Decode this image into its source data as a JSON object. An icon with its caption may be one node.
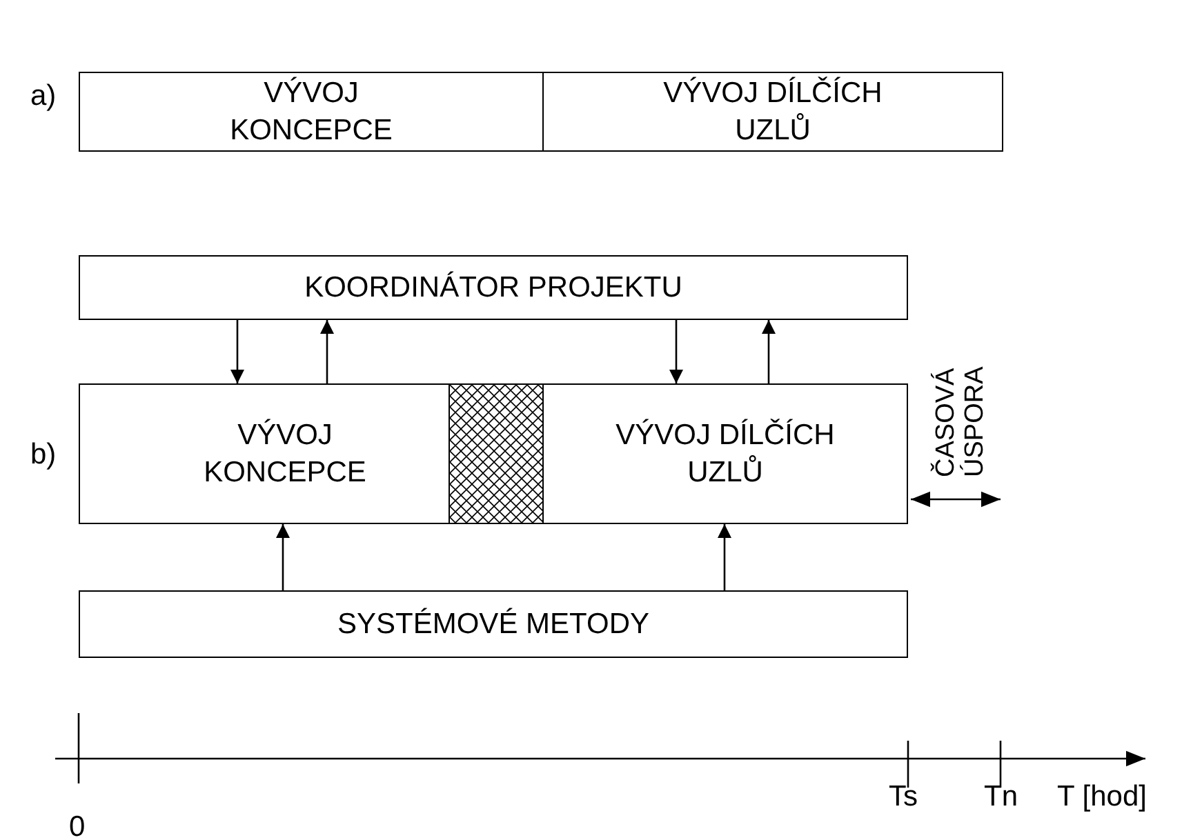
{
  "diagram": {
    "nodes": [
      {
        "text": [
          "VÝVOJ KONCEPCE"
        ]
      },
      {
        "text": [
          "VÝVOJ DÍLČÍCH UZLŮ"
        ]
      },
      {
        "text": [
          "KOORDINÁTOR PROJEKTU"
        ]
      },
      {
        "text": [
          "VÝVOJ KONCEPCE"
        ]
      },
      {
        "text": [],
        "shape": "box"
      },
      {
        "text": [
          "VÝVOJ DÍLČÍCH UZLŮ"
        ]
      },
      {
        "text": [
          "SYSTÉMOVÉ METODY"
        ]
      }
    ],
    "edges": [
      {
        "from": 2,
        "to": 3,
        "arrow": "to"
      },
      {
        "from": 3,
        "to": 2,
        "arrow": "to"
      },
      {
        "from": 2,
        "to": 5,
        "arrow": "to"
      },
      {
        "from": 5,
        "to": 2,
        "arrow": "to"
      },
      {
        "from": 6,
        "to": 3,
        "arrow": "to"
      },
      {
        "from": 6,
        "to": 5,
        "arrow": "to"
      }
    ],
    "labels": [
      "a)",
      "b)",
      "ČASOVÁ ÚSPORA",
      "0",
      "Ts",
      "Tn",
      "T [hod]"
    ]
  }
}
